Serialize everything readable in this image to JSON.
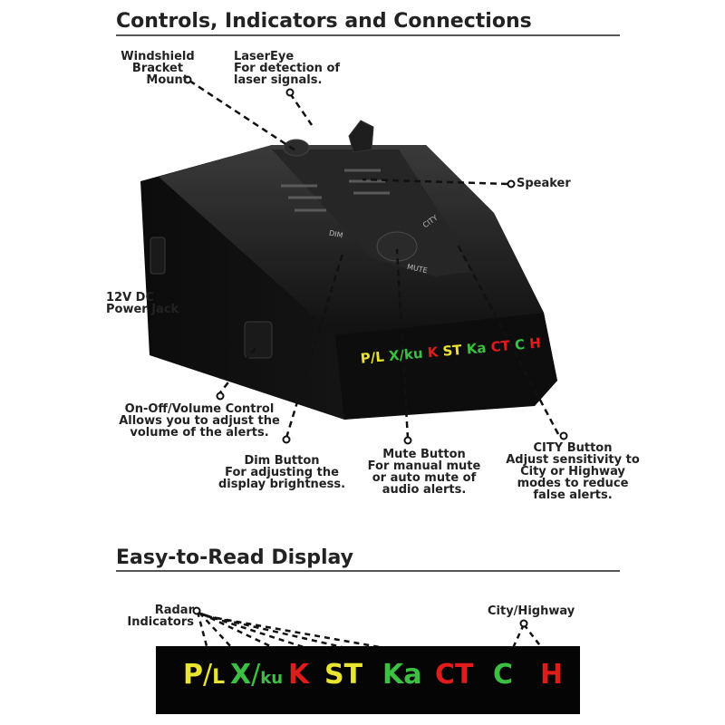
{
  "section1": {
    "title": "Controls, Indicators and Connections"
  },
  "section2": {
    "title": "Easy-to-Read Display"
  },
  "labels": {
    "windshield": [
      "Windshield",
      "Bracket",
      "Mount"
    ],
    "lasereye": [
      "LaserEye",
      "For detection of",
      "laser signals."
    ],
    "speaker": "Speaker",
    "jack": [
      "12V DC",
      "Power Jack"
    ],
    "power": [
      "On-Off/Volume Control",
      "Allows you to adjust the",
      "volume of the alerts."
    ],
    "dim": [
      "Dim Button",
      "For adjusting the",
      "display brightness."
    ],
    "mute": [
      "Mute Button",
      "For manual mute",
      "or auto mute of",
      "audio alerts."
    ],
    "city": [
      "CITY Button",
      "Adjust sensitivity to",
      "City or Highway",
      "modes to reduce",
      "false alerts."
    ],
    "radar": [
      "Radar",
      "Indicators"
    ],
    "cityhwy": "City/Highway"
  },
  "device_text": {
    "dim": "DIM",
    "mute": "MUTE",
    "city": "CITY"
  },
  "display": {
    "indicators": [
      {
        "main": "P",
        "sub": "L",
        "color": "#e8e430"
      },
      {
        "main": "X",
        "sub": "ku",
        "color": "#3cc043"
      },
      {
        "main": "K",
        "color": "#e01b1b"
      },
      {
        "main": "ST",
        "color": "#e8e430"
      },
      {
        "main": "Ka",
        "color": "#3cc043"
      },
      {
        "main": "CT",
        "color": "#e01b1b"
      },
      {
        "main": "C",
        "color": "#3cc043"
      },
      {
        "main": "H",
        "color": "#e01b1b"
      }
    ]
  }
}
